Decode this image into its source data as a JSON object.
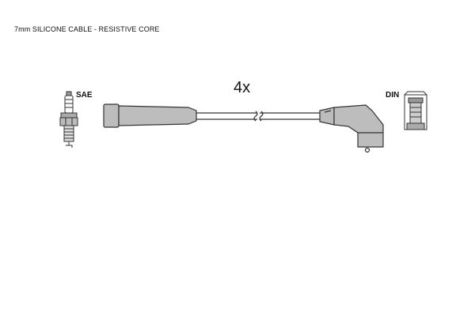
{
  "header": {
    "caption": "7mm SILICONE CABLE - RESISTIVE CORE"
  },
  "diagram": {
    "quantity": "4x",
    "left_end_label": "SAE",
    "right_end_label": "DIN",
    "left_end_icon": "spark-plug-icon",
    "right_end_icon": "din-terminal-icon",
    "boot_fill_color": "#bdbdbd",
    "outline_color": "#333333"
  }
}
